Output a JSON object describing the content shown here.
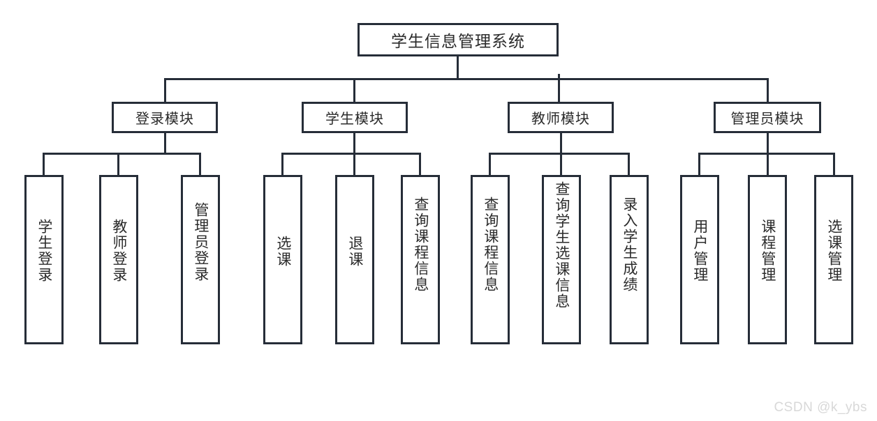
{
  "diagram": {
    "type": "hierarchy-tree",
    "title": "学生信息管理系统",
    "root": {
      "label": "学生信息管理系统"
    },
    "modules": [
      {
        "label": "登录模块",
        "children": [
          {
            "label": "学生登录"
          },
          {
            "label": "教师登录"
          },
          {
            "label": "管理员登录"
          }
        ]
      },
      {
        "label": "学生模块",
        "children": [
          {
            "label": "选课"
          },
          {
            "label": "退课"
          },
          {
            "label": "查询课程信息"
          }
        ]
      },
      {
        "label": "教师模块",
        "children": [
          {
            "label": "查询课程信息"
          },
          {
            "label": "查询学生选课信息"
          },
          {
            "label": "录入学生成绩"
          }
        ]
      },
      {
        "label": "管理员模块",
        "children": [
          {
            "label": "用户管理"
          },
          {
            "label": "课程管理"
          },
          {
            "label": "选课管理"
          }
        ]
      }
    ],
    "colors": {
      "border": "#262d38",
      "background": "#ffffff",
      "text": "#2b2b2b",
      "watermark": "#d8d8d8"
    }
  },
  "watermark": {
    "text": "CSDN @k_ybs"
  }
}
